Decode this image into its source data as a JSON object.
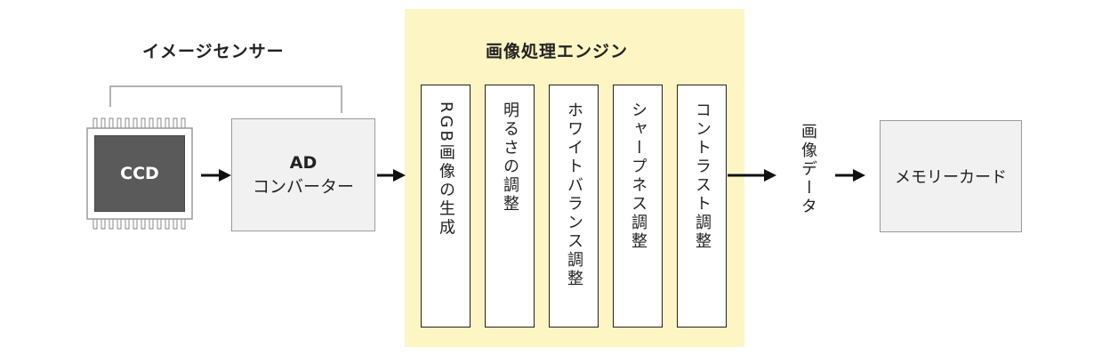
{
  "sensor": {
    "title": "イメージセンサー",
    "ccd_label": "CCD",
    "ad_line1": "AD",
    "ad_line2": "コンバーター"
  },
  "engine": {
    "title": "画像処理エンジン",
    "stages": [
      "RGB画像の生成",
      "明るさの調整",
      "ホワイトバランス調整",
      "シャープネス調整",
      "コントラスト調整"
    ]
  },
  "output": {
    "image_data_label": "画像データ",
    "memory_card_label": "メモリーカード"
  },
  "colors": {
    "engine_bg": "#fdf6c4",
    "chip": "#5a5a5a",
    "box_fill": "#f1f1f1"
  }
}
